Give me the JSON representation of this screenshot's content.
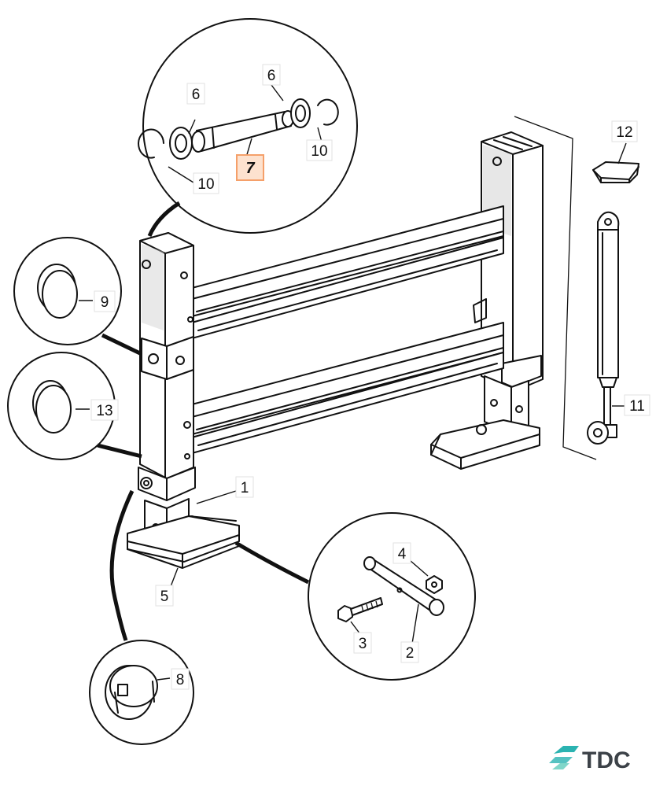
{
  "diagram": {
    "callouts": [
      "1",
      "2",
      "3",
      "4",
      "5",
      "6",
      "6",
      "7",
      "8",
      "9",
      "10",
      "10",
      "11",
      "12",
      "13"
    ],
    "highlighted_part": "7",
    "highlight_color": "#f5a06a",
    "highlight_fill": "#fde2cf",
    "logo": {
      "text": "TDC",
      "icon": "tdc-swirl-logo-icon",
      "color": "#3c4248",
      "accent": "#2bb3b1"
    }
  }
}
